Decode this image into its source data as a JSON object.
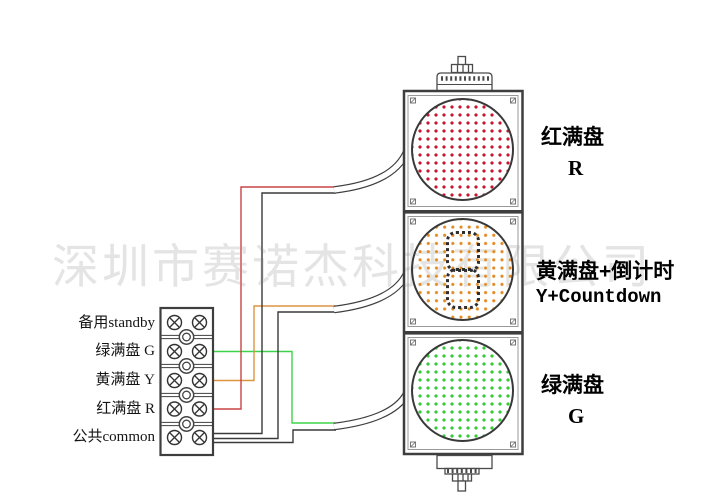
{
  "watermark": "深圳市赛诺杰科技有限公司",
  "terminal_block": {
    "rows": [
      {
        "label": "备用standby"
      },
      {
        "label": "绿满盘 G",
        "wire_color": "#3ed44a"
      },
      {
        "label": "黄满盘 Y",
        "wire_color": "#dd9440"
      },
      {
        "label": "红满盘 R",
        "wire_color": "#c84444"
      },
      {
        "label": "公共common",
        "wire_color": "#3a3a3a"
      }
    ]
  },
  "modules": [
    {
      "id": "red",
      "label_line1": "红满盘",
      "label_line2": "R",
      "led_color": "#c81430"
    },
    {
      "id": "yellow",
      "label_line1": "黄满盘+倒计时",
      "label_line2": "Y+Countdown",
      "led_color": "#e2891f",
      "countdown_display": "8"
    },
    {
      "id": "green",
      "label_line1": "绿满盘",
      "label_line2": "G",
      "led_color": "#2fc93a"
    }
  ],
  "colors": {
    "frame": "#3e3e3e",
    "watermark_gray": "#e4e4e4",
    "common_wire": "#3a3a3a"
  }
}
